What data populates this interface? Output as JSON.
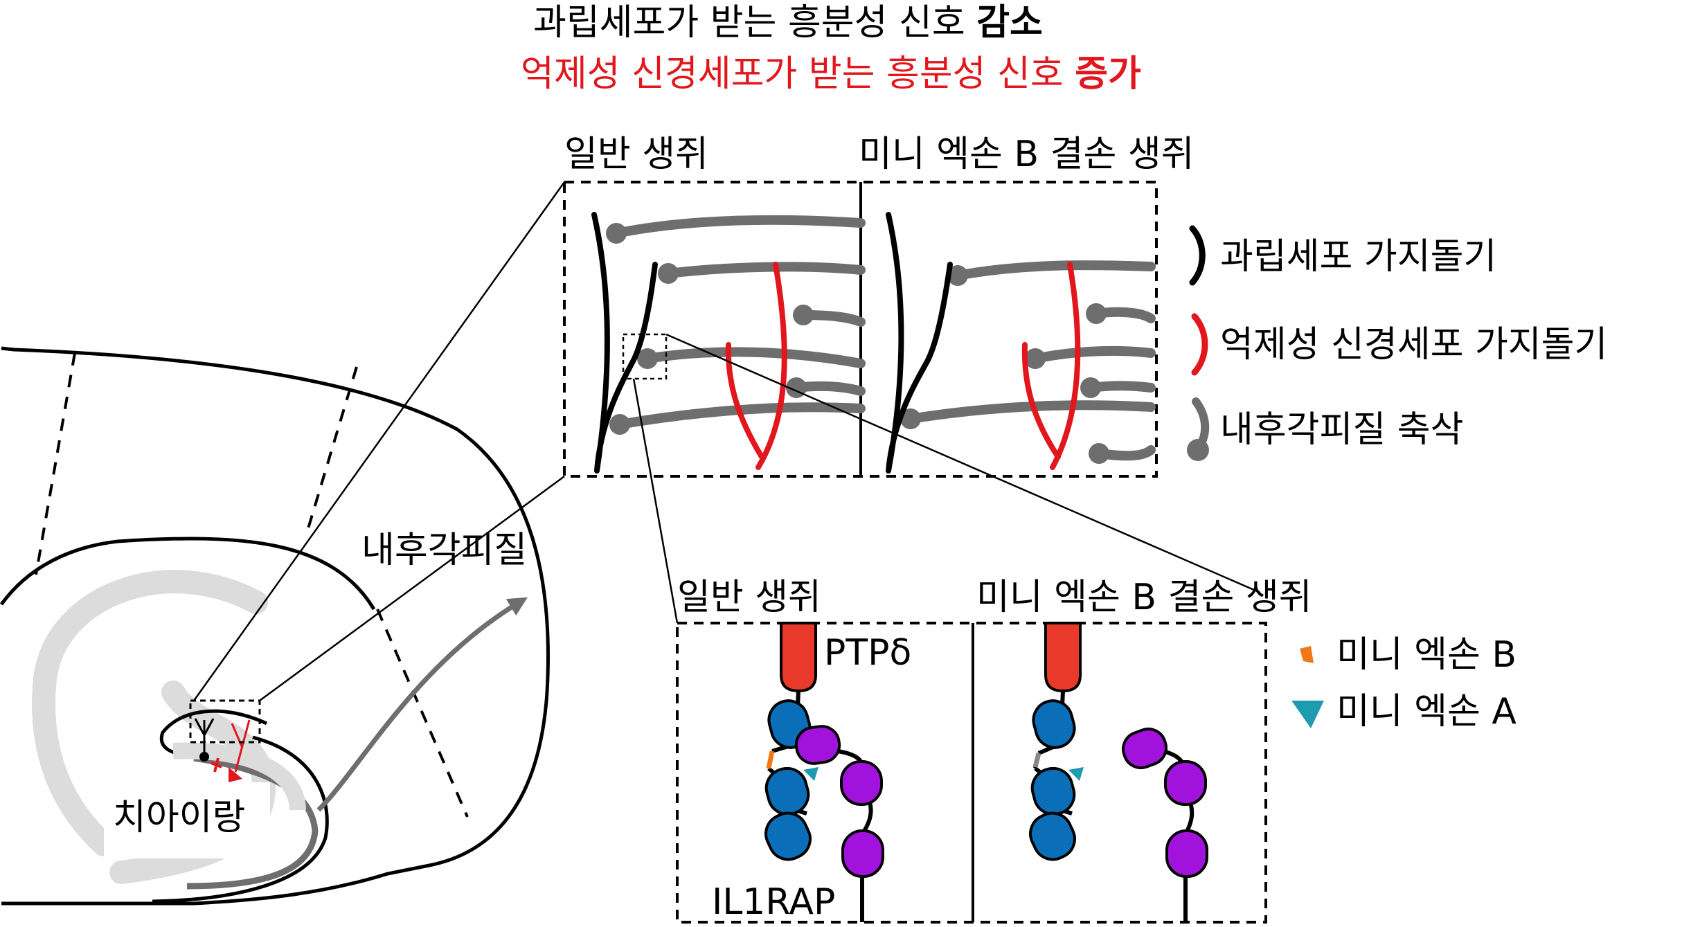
{
  "header": {
    "line1": {
      "text": "과립세포가 받는 흥분성 신호 ",
      "emphasis": "감소",
      "color": "#000000"
    },
    "line2": {
      "text": "억제성 신경세포가 받는 흥분성 신호 ",
      "emphasis": "증가",
      "color": "#e2161d"
    }
  },
  "top_panel": {
    "left_title": "일반 생쥐",
    "right_title": "미니 엑손 B 결손 생쥐"
  },
  "legend_top": {
    "items": [
      {
        "label": "과립세포 가지돌기",
        "color": "#000000"
      },
      {
        "label": "억제성 신경세포 가지돌기",
        "color": "#e2161d"
      },
      {
        "label": "내후각피질 축삭",
        "color": "#6e6e6e"
      }
    ]
  },
  "brain": {
    "label_cortex": "내후각피질",
    "label_dentate": "치아이랑"
  },
  "bottom_panel": {
    "left_title": "일반 생쥐",
    "right_title": "미니 엑손 B 결손 생쥐",
    "ptp_label": "PTPδ",
    "il1rap_label": "IL1RAP"
  },
  "legend_bottom": {
    "items": [
      {
        "label": "미니 엑손 B",
        "color": "#f07818"
      },
      {
        "label": "미니 엑손 A",
        "color": "#1f9bb0"
      }
    ]
  },
  "colors": {
    "granule": "#000000",
    "inhibitory": "#e2161d",
    "axon": "#6e6e6e",
    "ptp": "#e8392a",
    "ig_blue": "#0a6fb8",
    "il1rap_purple": "#a112dc",
    "light_gray": "#dcdcdc"
  }
}
